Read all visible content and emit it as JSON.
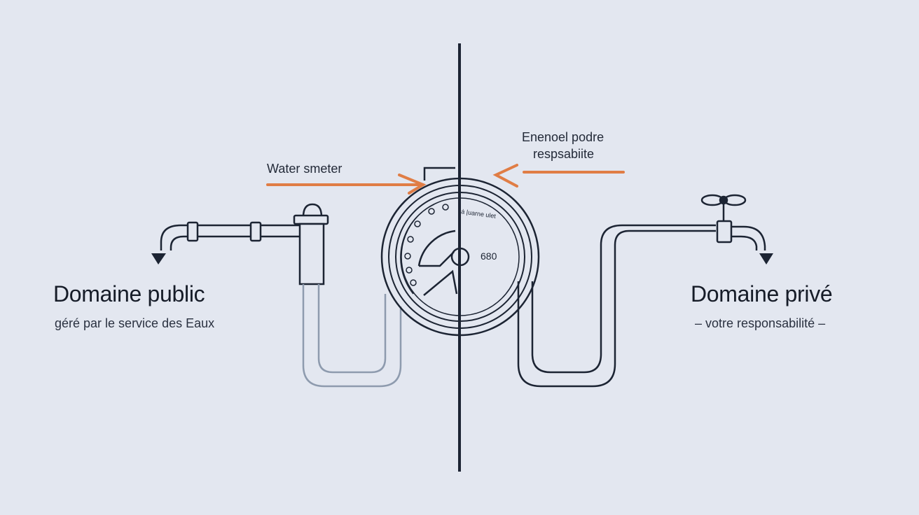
{
  "left_side": {
    "heading": "Domaine public",
    "subtitle": "géré par le service des Eaux"
  },
  "right_side": {
    "heading": "Domaine privé",
    "subtitle": "– votre responsabilité –"
  },
  "callouts": {
    "meter": "Water smeter",
    "responsibility_line1": "Enenoel podre",
    "responsibility_line2": "respsabiite"
  },
  "meter": {
    "readout": "680",
    "dial_label": "ȧ |uarne ulet"
  },
  "colors": {
    "background": "#e3e7f0",
    "line": "#1c2433",
    "accent": "#e07d45",
    "public_pipe": "#8e9bae"
  },
  "icons": [
    "down-arrow-icon",
    "tap-valve-icon",
    "water-meter-icon",
    "gate-valve-icon"
  ]
}
